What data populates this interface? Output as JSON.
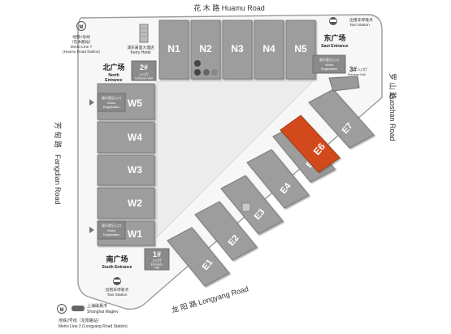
{
  "roads": {
    "north": "花 木 路  Huamu Road",
    "east_cn": "罗 山 路",
    "east_en": "Luoshan Road",
    "west_cn": "芳 甸 路",
    "west_en": "Fangdian Road",
    "south": "龙 阳 路  Longyang Road"
  },
  "halls": {
    "n1": "N1",
    "n2": "N2",
    "n3": "N3",
    "n4": "N4",
    "n5": "N5",
    "w1": "W1",
    "w2": "W2",
    "w3": "W3",
    "w4": "W4",
    "w5": "W5",
    "e1": "E1",
    "e2": "E2",
    "e3": "E3",
    "e4": "E4",
    "e5": "E5",
    "e6": "E6",
    "e7": "E7"
  },
  "highlight_color": "#d24a1a",
  "entrances": {
    "north_cn": "北广场",
    "north_en1": "North",
    "north_en2": "Entrance",
    "east_cn": "东广场",
    "east_en": "East Entrance",
    "south_cn": "南广场",
    "south_en": "South Entrance"
  },
  "entrance_halls": {
    "hall2_num": "2#",
    "hall2_l1": "入口厅",
    "hall2_l2": "Entrance Hall",
    "hall3_num": "3#",
    "hall3_l1": "入口厅",
    "hall3_l2": "Entrance Hall",
    "hall1_num": "1#",
    "hall1_l1": "入口厅",
    "hall1_l2": "Entrance",
    "hall1_l3": "Hall"
  },
  "visitor_registration": {
    "cn": "观众登记入口",
    "en1": "Visitor",
    "en2": "Registration"
  },
  "hotel": {
    "cn": "浦东嘉里大酒店",
    "en": "Kerry Hotel"
  },
  "metro7": {
    "l1": "地铁7号线",
    "l2": "（花木路站）",
    "l3": "Metro Line 7",
    "l4": "(Huamu Road Station)"
  },
  "taxi": {
    "cn": "出租车停靠点",
    "en": "Taxi Station"
  },
  "maglev": {
    "cn": "上海磁悬浮",
    "en": "Shanghai Maglev"
  },
  "metro2": {
    "l1": "地铁2号线（龙阳路站）",
    "l2": "Metro Line 2 (Longyang Road Station)"
  }
}
